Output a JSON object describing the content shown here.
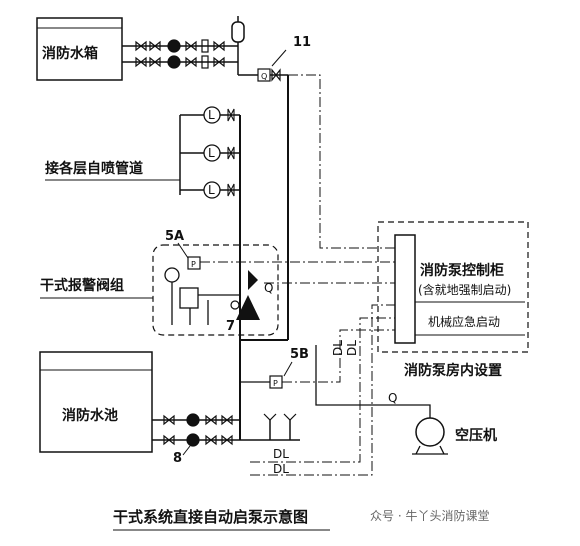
{
  "labels": {
    "fire_tank": "消防水箱",
    "sprinkler_floors": "接各层自喷管道",
    "dry_alarm_valve": "干式报警阀组",
    "fire_pool": "消防水池",
    "pump_cabinet": "消防泵控制柜",
    "pump_cabinet_note": "(含就地强制启动)",
    "mech_emergency": "机械应急启动",
    "pump_room": "消防泵房内设置",
    "air_compressor": "空压机"
  },
  "numbers": {
    "n11": "11",
    "n5a": "5A",
    "n5b": "5B",
    "n7": "7",
    "n8": "8"
  },
  "symbols": {
    "L": "L",
    "P": "P",
    "Q": "Q",
    "DL": "DL"
  },
  "caption": "干式系统直接自动启泵示意图",
  "watermark": "众号 · 牛丫头消防课堂"
}
